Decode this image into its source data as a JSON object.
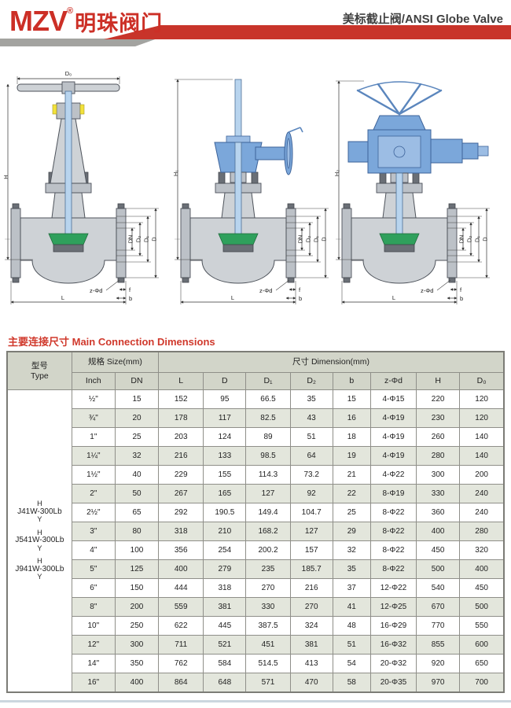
{
  "header": {
    "logo_mzv": "MZV",
    "logo_reg": "®",
    "logo_cn": "明珠阀门",
    "page_title": "美标截止阀/ANSI Globe Valve",
    "brand_red": "#c8342a",
    "bar_gray": "#a3a3a0"
  },
  "section": {
    "title": "主要连接尺寸 Main Connection Dimensions"
  },
  "drawings": [
    {
      "name": "handwheel-globe-valve",
      "h_label": "H",
      "top_label": "D₀",
      "labels": {
        "dn": "DN",
        "d2": "D₂",
        "d1": "D₁",
        "d": "D",
        "l": "L",
        "zpd": "z-Φd",
        "f": "f",
        "b": "b"
      }
    },
    {
      "name": "bevel-gear-globe-valve",
      "h_label": "H₁",
      "labels": {
        "dn": "DN",
        "d2": "D₂",
        "d1": "D₁",
        "d": "D",
        "l": "L",
        "zpd": "z-Φd",
        "f": "f",
        "b": "b"
      }
    },
    {
      "name": "electric-actuator-globe-valve",
      "h_label": "H₂",
      "labels": {
        "dn": "DN",
        "d2": "D₂",
        "d1": "D₁",
        "d": "D",
        "l": "L",
        "zpd": "z-Φd",
        "f": "f",
        "b": "b"
      }
    }
  ],
  "table": {
    "type_header_cn": "型号",
    "type_header_en": "Type",
    "size_group": "规格 Size(mm)",
    "dim_group": "尺寸 Dimension(mm)",
    "columns": [
      "Inch",
      "DN",
      "L",
      "D",
      "D₁",
      "D₂",
      "b",
      "z-Φd",
      "H",
      "D₀"
    ],
    "models": [
      {
        "top": "H",
        "mid": "J41W-300Lb",
        "bot": "Y"
      },
      {
        "top": "H",
        "mid": "J541W-300Lb",
        "bot": "Y"
      },
      {
        "top": "H",
        "mid": "J941W-300Lb",
        "bot": "Y"
      }
    ],
    "rows": [
      [
        "½\"",
        "15",
        "152",
        "95",
        "66.5",
        "35",
        "15",
        "4-Φ15",
        "220",
        "120"
      ],
      [
        "¾\"",
        "20",
        "178",
        "117",
        "82.5",
        "43",
        "16",
        "4-Φ19",
        "230",
        "120"
      ],
      [
        "1\"",
        "25",
        "203",
        "124",
        "89",
        "51",
        "18",
        "4-Φ19",
        "260",
        "140"
      ],
      [
        "1¼\"",
        "32",
        "216",
        "133",
        "98.5",
        "64",
        "19",
        "4-Φ19",
        "280",
        "140"
      ],
      [
        "1½\"",
        "40",
        "229",
        "155",
        "114.3",
        "73.2",
        "21",
        "4-Φ22",
        "300",
        "200"
      ],
      [
        "2\"",
        "50",
        "267",
        "165",
        "127",
        "92",
        "22",
        "8-Φ19",
        "330",
        "240"
      ],
      [
        "2½\"",
        "65",
        "292",
        "190.5",
        "149.4",
        "104.7",
        "25",
        "8-Φ22",
        "360",
        "240"
      ],
      [
        "3\"",
        "80",
        "318",
        "210",
        "168.2",
        "127",
        "29",
        "8-Φ22",
        "400",
        "280"
      ],
      [
        "4\"",
        "100",
        "356",
        "254",
        "200.2",
        "157",
        "32",
        "8-Φ22",
        "450",
        "320"
      ],
      [
        "5\"",
        "125",
        "400",
        "279",
        "235",
        "185.7",
        "35",
        "8-Φ22",
        "500",
        "400"
      ],
      [
        "6\"",
        "150",
        "444",
        "318",
        "270",
        "216",
        "37",
        "12-Φ22",
        "540",
        "450"
      ],
      [
        "8\"",
        "200",
        "559",
        "381",
        "330",
        "270",
        "41",
        "12-Φ25",
        "670",
        "500"
      ],
      [
        "10\"",
        "250",
        "622",
        "445",
        "387.5",
        "324",
        "48",
        "16-Φ29",
        "770",
        "550"
      ],
      [
        "12\"",
        "300",
        "711",
        "521",
        "451",
        "381",
        "51",
        "16-Φ32",
        "855",
        "600"
      ],
      [
        "14\"",
        "350",
        "762",
        "584",
        "514.5",
        "413",
        "54",
        "20-Φ32",
        "920",
        "650"
      ],
      [
        "16\"",
        "400",
        "864",
        "648",
        "571",
        "470",
        "58",
        "20-Φ35",
        "970",
        "700"
      ]
    ]
  }
}
